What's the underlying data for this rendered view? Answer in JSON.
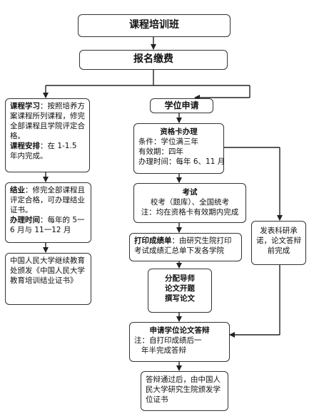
{
  "nodes": {
    "course_class": "课程培训班",
    "enroll": "报名缴费",
    "study_label": "课程学习",
    "study_text": "：按照培养方案课程所列课程，修完全部课程且学院评定合格。",
    "arrange_label": "课程安排",
    "arrange_text": "：在 1-1.5 年内完成。",
    "graduate_label": "结业",
    "graduate_text": "：修完全部课程且评定合格，可办理结业证书。",
    "time_label": "办理时间",
    "time_text": "：每年的 5一6 月与 11一12 月",
    "cert_text": "中国人民大学继续教育处颁发《中国人民大学教育培训结业证书》",
    "degree_apply": "学位申请",
    "qual_title": "资格卡办理",
    "qual_line1": "条件：学位满三年",
    "qual_line2": "有效期：四年",
    "qual_line3": "办理时间：每年 6、11 月",
    "exam_title": "考试",
    "exam_line1": "校考（题库）、全国统考",
    "exam_line2": "注：均在资格卡有效期内完成",
    "print_label": "打印成绩单",
    "print_text": "：由研究生院打印考试成绩汇总单下发各学院",
    "research_text": "发表科研承诺，论文答辩前完成",
    "advisor_line1": "分配导师",
    "advisor_line2": "论文开题",
    "advisor_line3": "撰写论文",
    "defense_title": "申请学位论文答辩",
    "defense_line1": "注：自打印成绩后一",
    "defense_line2": "年半完成答辩",
    "final_text": "答辩通过后，由中国人民大学研究生院颁发学位证书"
  }
}
